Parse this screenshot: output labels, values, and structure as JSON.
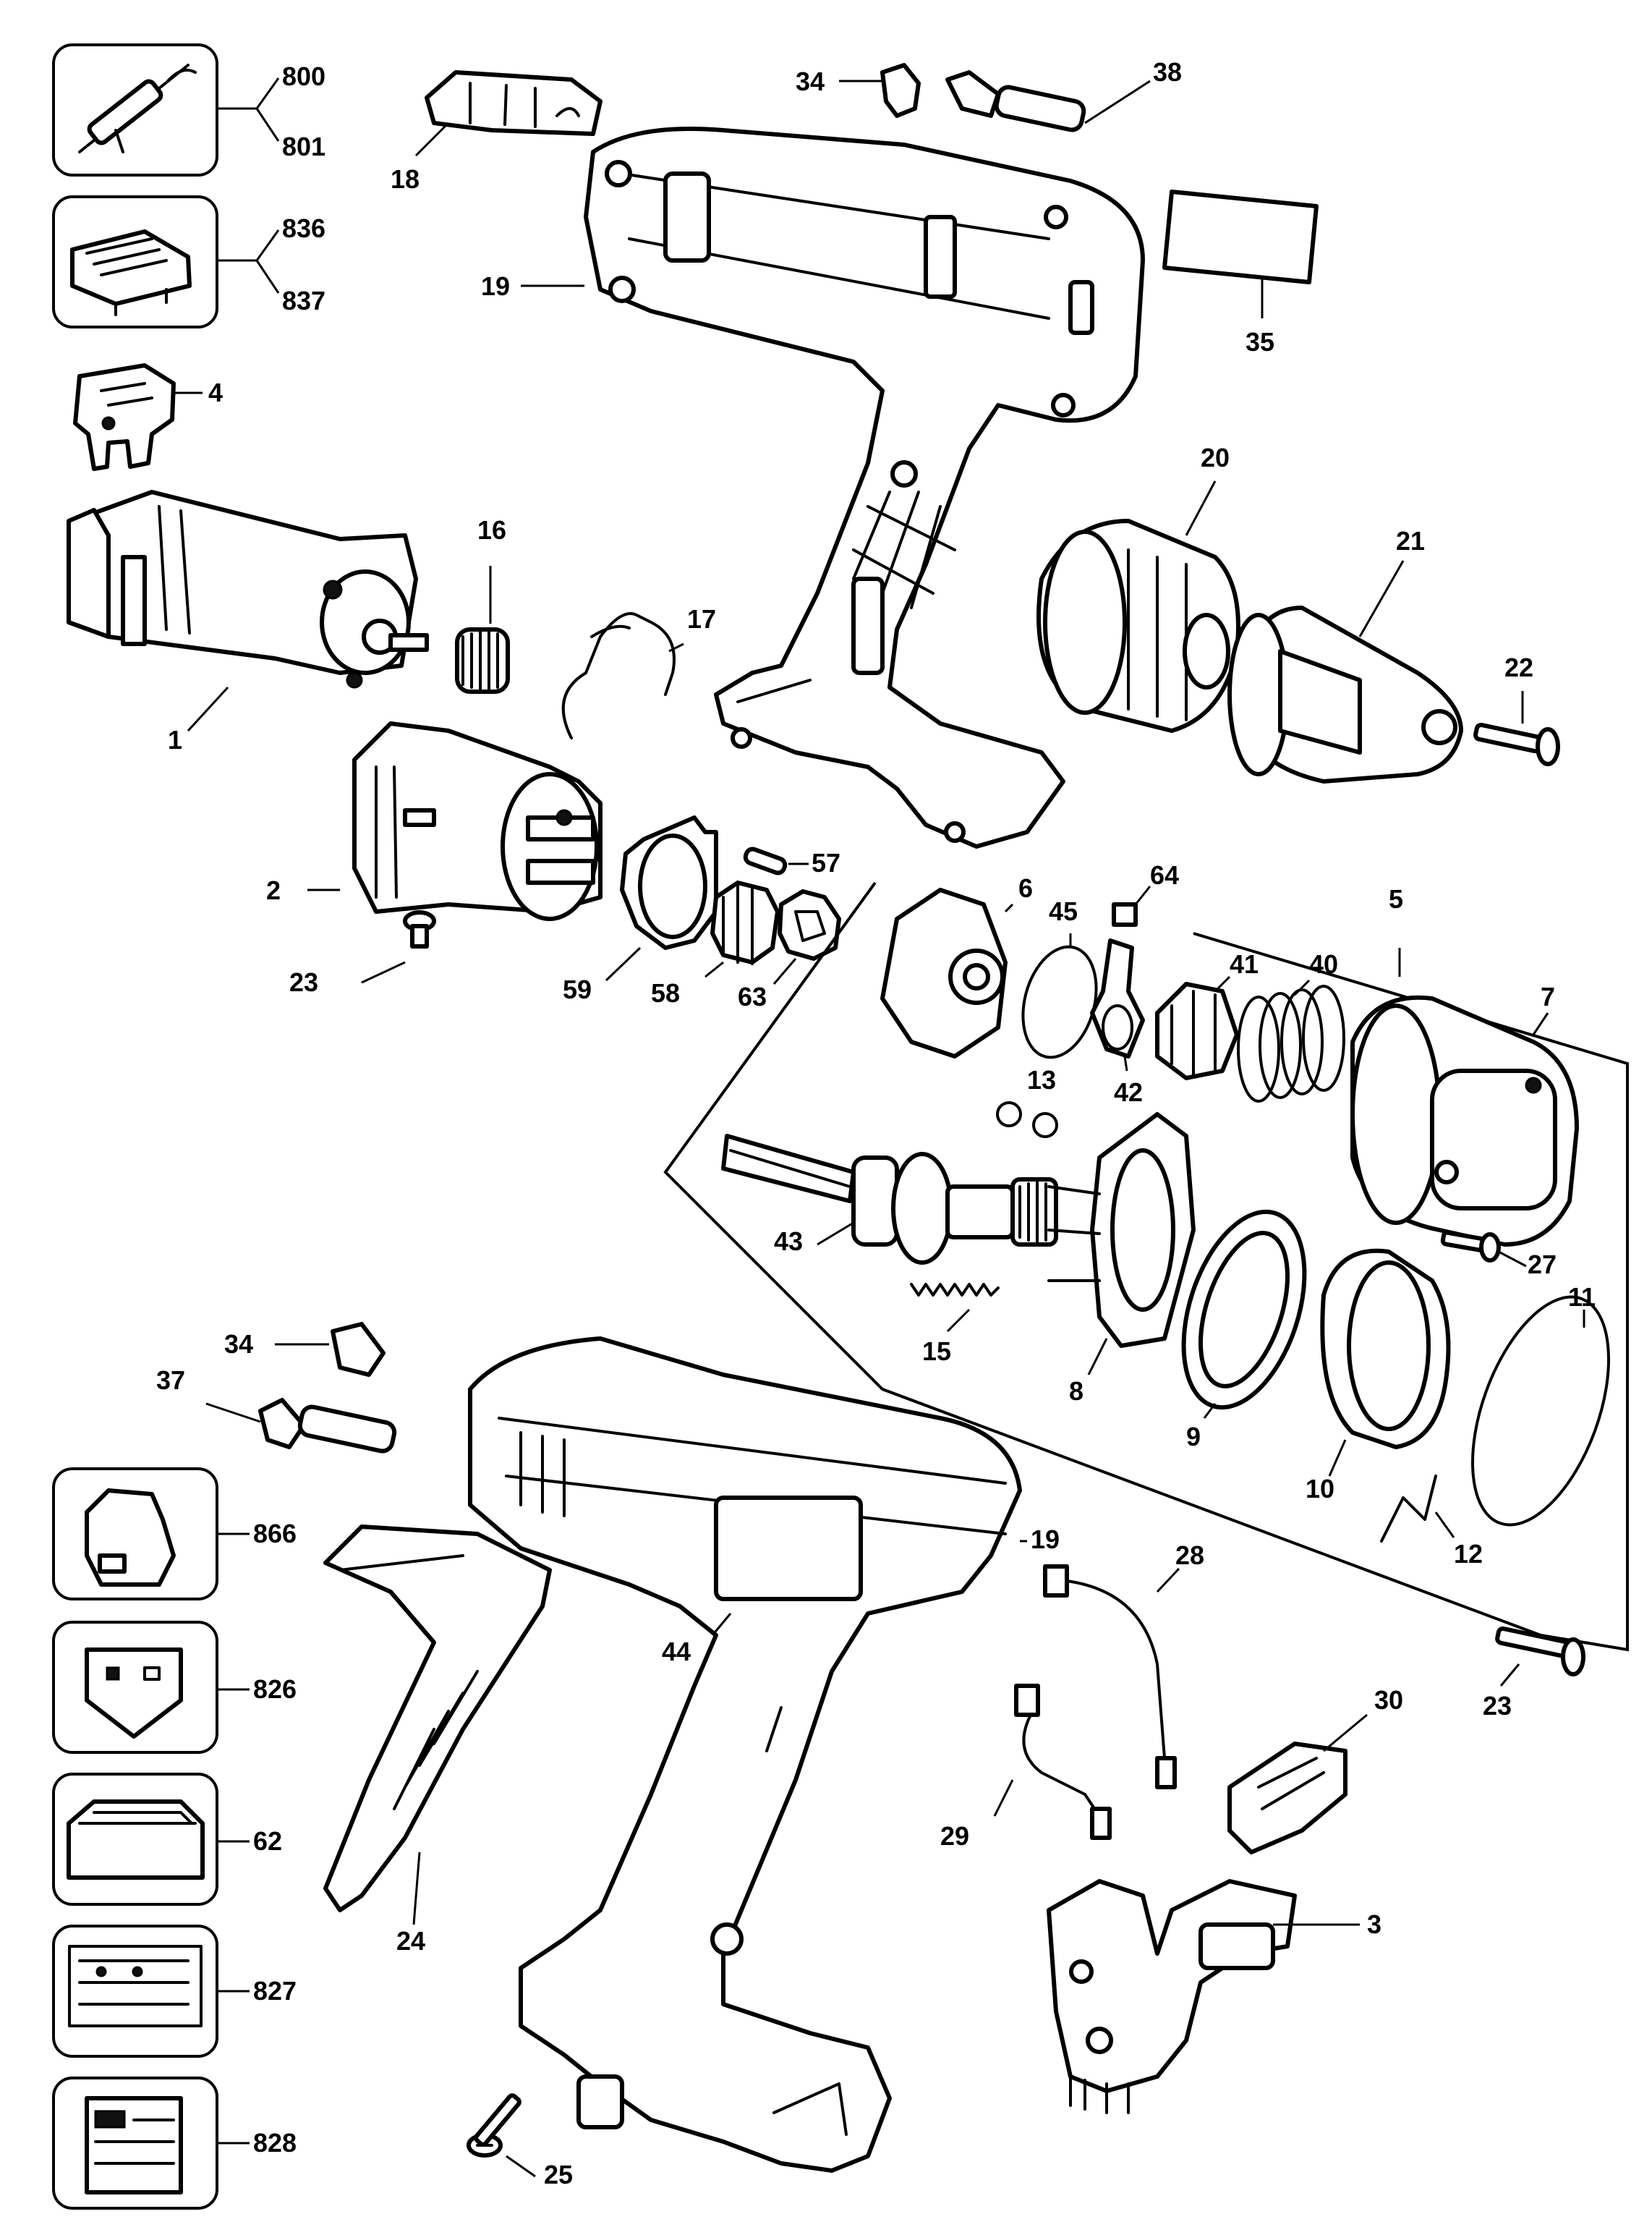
{
  "diagram": {
    "title": "",
    "part_numbers": [
      "800",
      "801",
      "836",
      "837",
      "4",
      "1",
      "16",
      "17",
      "2",
      "23",
      "57",
      "59",
      "58",
      "63",
      "18",
      "34",
      "38",
      "19",
      "35",
      "20",
      "21",
      "22",
      "6",
      "45",
      "64",
      "5",
      "41",
      "40",
      "7",
      "42",
      "13",
      "43",
      "27",
      "15",
      "8",
      "9",
      "10",
      "11",
      "12",
      "37",
      "866",
      "826",
      "62",
      "827",
      "828",
      "24",
      "44",
      "28",
      "30",
      "29",
      "3",
      "25"
    ],
    "label_800": "800",
    "label_801": "801",
    "label_836": "836",
    "label_837": "837",
    "label_4": "4",
    "label_1": "1",
    "label_16": "16",
    "label_17": "17",
    "label_2": "2",
    "label_23a": "23",
    "label_57": "57",
    "label_59": "59",
    "label_58": "58",
    "label_63": "63",
    "label_18": "18",
    "label_34a": "34",
    "label_38": "38",
    "label_19a": "19",
    "label_35": "35",
    "label_20": "20",
    "label_21": "21",
    "label_22": "22",
    "label_6": "6",
    "label_45": "45",
    "label_64": "64",
    "label_5": "5",
    "label_41": "41",
    "label_40": "40",
    "label_7": "7",
    "label_42": "42",
    "label_13": "13",
    "label_43": "43",
    "label_27": "27",
    "label_15": "15",
    "label_8": "8",
    "label_9": "9",
    "label_10": "10",
    "label_11": "11",
    "label_12": "12",
    "label_34b": "34",
    "label_37": "37",
    "label_866": "866",
    "label_826": "826",
    "label_62": "62",
    "label_827": "827",
    "label_828": "828",
    "label_24": "24",
    "label_44": "44",
    "label_19b": "19",
    "label_28": "28",
    "label_23b": "23",
    "label_30": "30",
    "label_29": "29",
    "label_3": "3",
    "label_25": "25"
  }
}
